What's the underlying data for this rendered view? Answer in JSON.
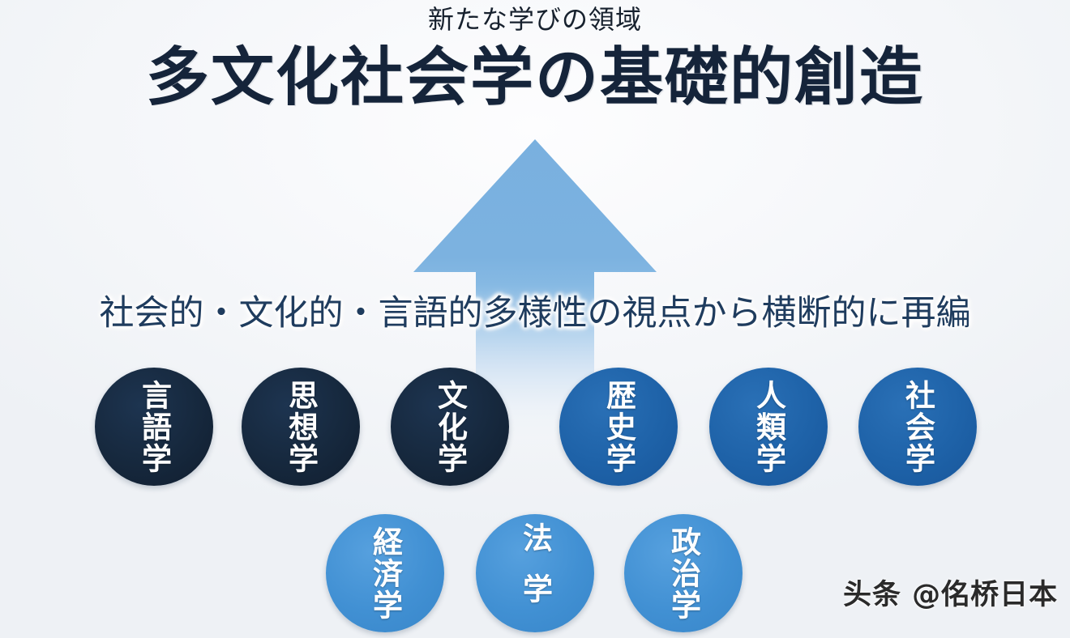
{
  "slide": {
    "background_color": "#f4f6f9",
    "subtitle": "新たな学びの領域",
    "title": "多文化社会学の基礎的創造",
    "cross_cutting_line": "社会的・文化的・言語的多様性の視点から横断的に再編",
    "watermark": "头条 @佲桥日本"
  },
  "arrow": {
    "name": "upward-arrow",
    "color_top": "#7eb3e0",
    "color_bottom": "#f2f6fa",
    "direction": "up"
  },
  "colors": {
    "title_navy": "#15243a",
    "line_blue": "#1f3c5e",
    "circle_dark": "#16283d",
    "circle_mid": "#1e62a8",
    "circle_light": "#4190d3",
    "circle_label": "#ffffff"
  },
  "disciplines": {
    "top_row": [
      {
        "label": "言語学",
        "tone": "dark"
      },
      {
        "label": "思想学",
        "tone": "dark"
      },
      {
        "label": "文化学",
        "tone": "dark"
      },
      {
        "label": "歴史学",
        "tone": "mid"
      },
      {
        "label": "人類学",
        "tone": "mid"
      },
      {
        "label": "社会学",
        "tone": "mid"
      }
    ],
    "bottom_row": [
      {
        "label": "経済学",
        "tone": "light"
      },
      {
        "label": "法学",
        "tone": "light"
      },
      {
        "label": "政治学",
        "tone": "light"
      }
    ]
  }
}
